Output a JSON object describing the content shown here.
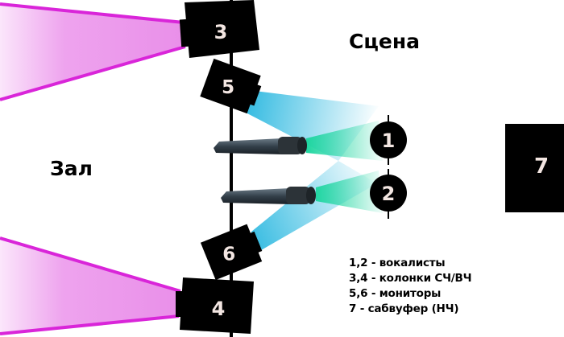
{
  "labels": {
    "stage": "Сцена",
    "hall": "Зал"
  },
  "devices": {
    "speaker_3": "3",
    "speaker_4": "4",
    "monitor_5": "5",
    "monitor_6": "6",
    "vocalist_1": "1",
    "vocalist_2": "2",
    "subwoofer_7": "7"
  },
  "legend": [
    "1,2 - вокалисты",
    "3,4 - колонки СЧ/ВЧ",
    "5,6 - мониторы",
    "7 - сабвуфер (НЧ)"
  ],
  "colors": {
    "speaker_beam": "#d925d9",
    "speaker_fill": "#e98fe9",
    "monitor_beam": "#2bb8e0",
    "mic_beam": "#1fd6a0",
    "device_fill": "#000000",
    "device_text": "#f3e6e2"
  }
}
